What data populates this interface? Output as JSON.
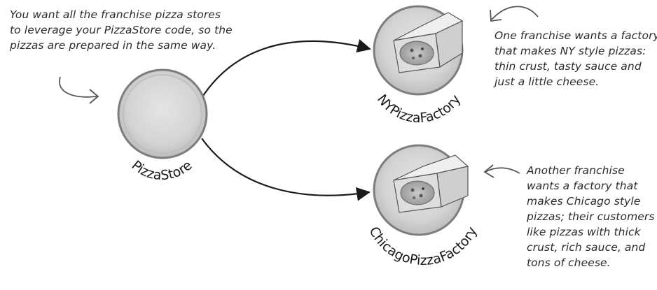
{
  "notes": {
    "intro": [
      "You want all the franchise pizza stores",
      "to leverage your PizzaStore code, so the",
      "pizzas are prepared in the same way."
    ],
    "ny": [
      "One franchise wants a factory",
      "that makes NY style pizzas:",
      "thin crust, tasty sauce and",
      "just a little cheese."
    ],
    "chicago": [
      "Another franchise",
      "wants a factory that",
      "makes Chicago style",
      "pizzas; their customers",
      "like pizzas with thick",
      "crust, rich sauce, and",
      "tons of cheese."
    ]
  },
  "nodes": {
    "pizza_store": "PizzaStore",
    "ny_factory": "NYPizzaFactory",
    "chicago_factory": "ChicagoPizzaFactory"
  },
  "colors": {
    "ink": "#222222",
    "plate_rim": "#8a8a8a",
    "plate_fill": "#d9d9d9",
    "box": "#e6e6e6"
  }
}
